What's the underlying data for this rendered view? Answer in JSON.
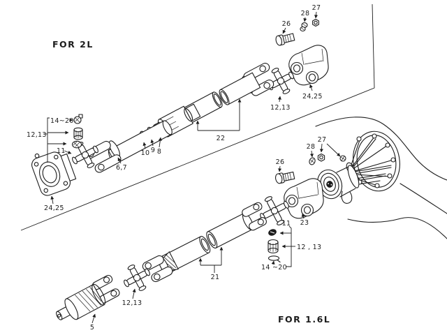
{
  "colors": {
    "background": "#ffffff",
    "ink": "#1c1c1c"
  },
  "sections": {
    "upper": {
      "title": "FOR 2L"
    },
    "lower": {
      "title": "FOR 1.6L"
    }
  },
  "labels": {
    "u_14_20": "14~20",
    "u_12_13_left": "12,13",
    "u_11": "11",
    "u_24_25_left": "24,25",
    "u_6_7": "6,7",
    "u_10": "10",
    "u_9": "9",
    "u_8": "8",
    "u_22": "22",
    "u_12_13_right": "12,13",
    "u_24_25_right": "24,25",
    "u_26": "26",
    "u_28": "28",
    "u_27": "27",
    "l_26": "26",
    "l_28": "28",
    "l_27": "27",
    "l_23": "23",
    "l_11": "11",
    "l_12_13_callout": "12 , 13",
    "l_14_20": "14 ~20",
    "l_21": "21",
    "l_12_13_spider": "12,13",
    "l_5": "5"
  }
}
